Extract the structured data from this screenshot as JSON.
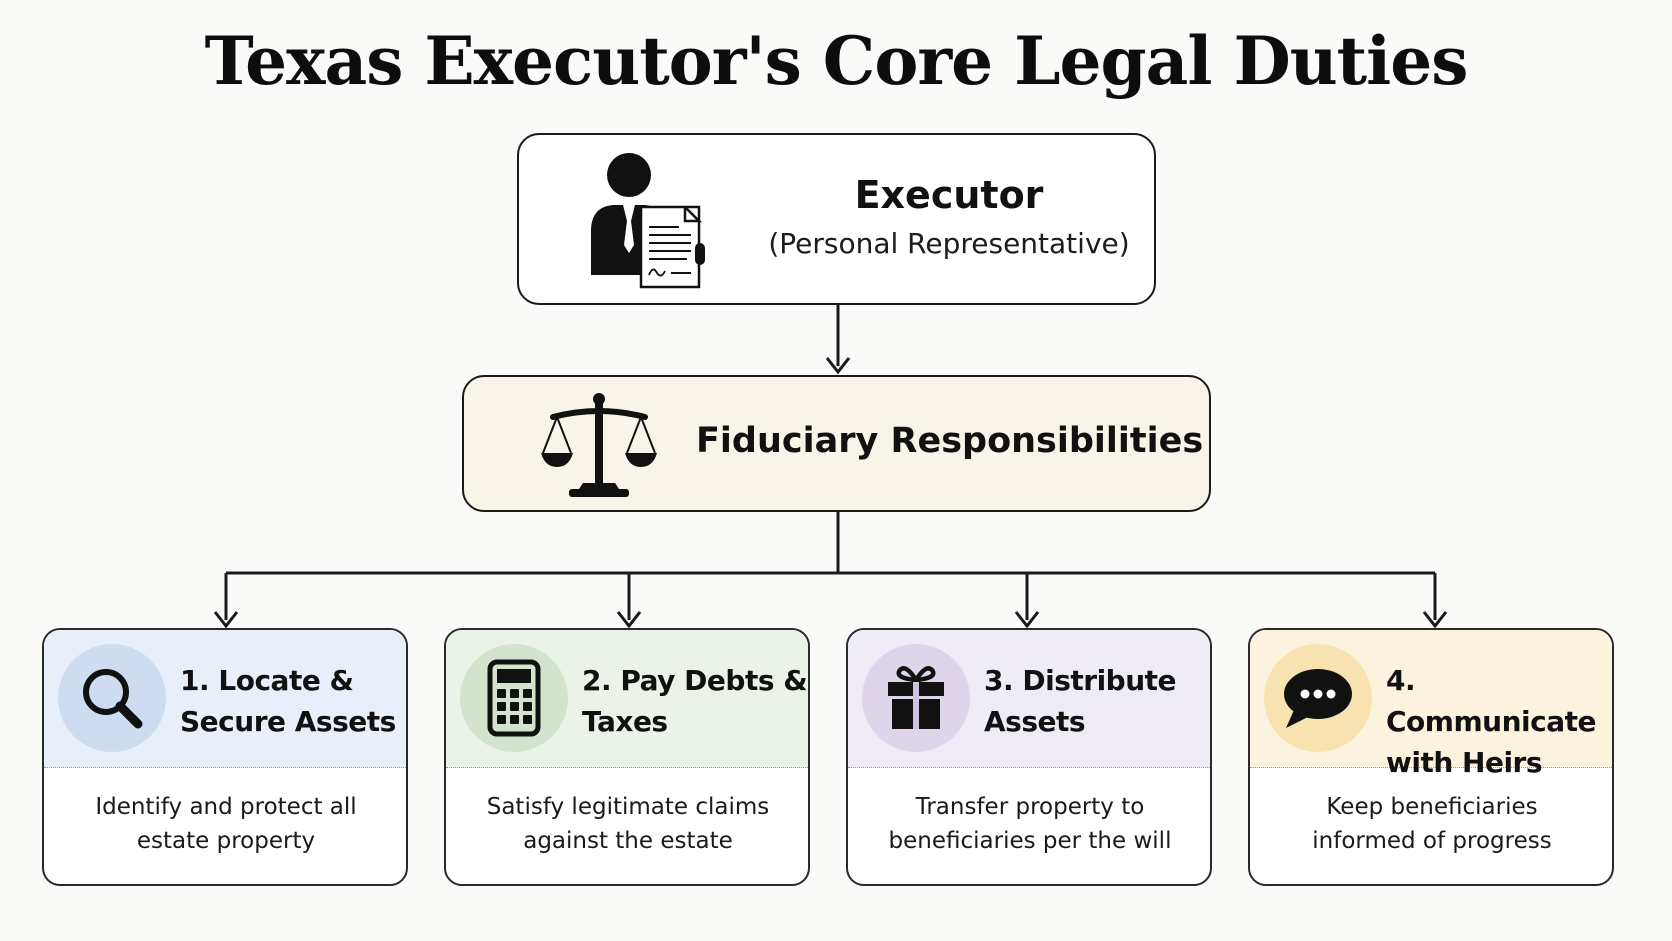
{
  "title": "Texas Executor's Core Legal Duties",
  "executor": {
    "title": "Executor",
    "subtitle": "(Personal Representative)",
    "icon": "executor-with-document-icon"
  },
  "fiduciary": {
    "title": "Fiduciary Responsibilities",
    "icon": "scales-of-justice-icon"
  },
  "duties": [
    {
      "title_line1": "1. Locate &",
      "title_line2": "Secure Assets",
      "description_line1": "Identify and protect all",
      "description_line2": "estate property",
      "icon": "magnifying-glass-icon",
      "header_color": "#e9eff9",
      "circle_color": "#cddcf1"
    },
    {
      "title_line1": "2. Pay Debts &",
      "title_line2": "Taxes",
      "description_line1": "Satisfy legitimate claims",
      "description_line2": "against the estate",
      "icon": "calculator-icon",
      "header_color": "#ebf2e8",
      "circle_color": "#d3e3cd"
    },
    {
      "title_line1": "3. Distribute",
      "title_line2": "Assets",
      "description_line1": "Transfer property to",
      "description_line2": "beneficiaries per the will",
      "icon": "gift-icon",
      "header_color": "#f0ecf6",
      "circle_color": "#ded5ea"
    },
    {
      "title_line1": "4. Communicate",
      "title_line2": "with Heirs",
      "description_line1": "Keep beneficiaries",
      "description_line2": "informed of progress",
      "icon": "speech-bubble-icon",
      "header_color": "#fcf3df",
      "circle_color": "#f8e2b0"
    }
  ]
}
